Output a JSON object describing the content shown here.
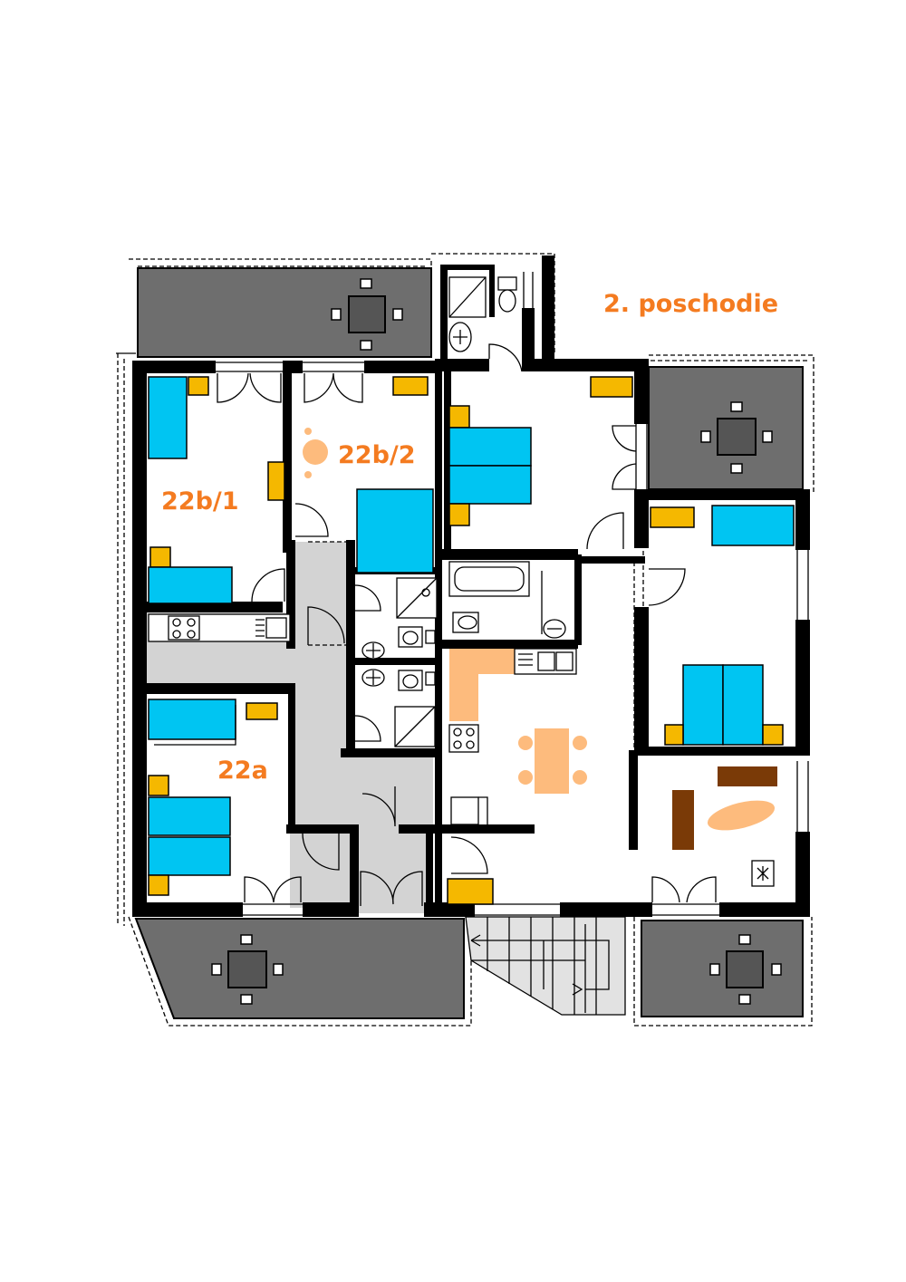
{
  "floor_label": "2. poschodie",
  "rooms": {
    "room_22b1": "22b/1",
    "room_22b2": "22b/2",
    "room_22a": "22a"
  },
  "colors": {
    "bed": "#00C5F2",
    "nightstand": "#F5B800",
    "label": "#F47B20",
    "terrace": "#6E6E6E",
    "hallway": "#D3D3D3",
    "kitchen": "#FDBB7D",
    "furniture_dark": "#7A3A07"
  }
}
